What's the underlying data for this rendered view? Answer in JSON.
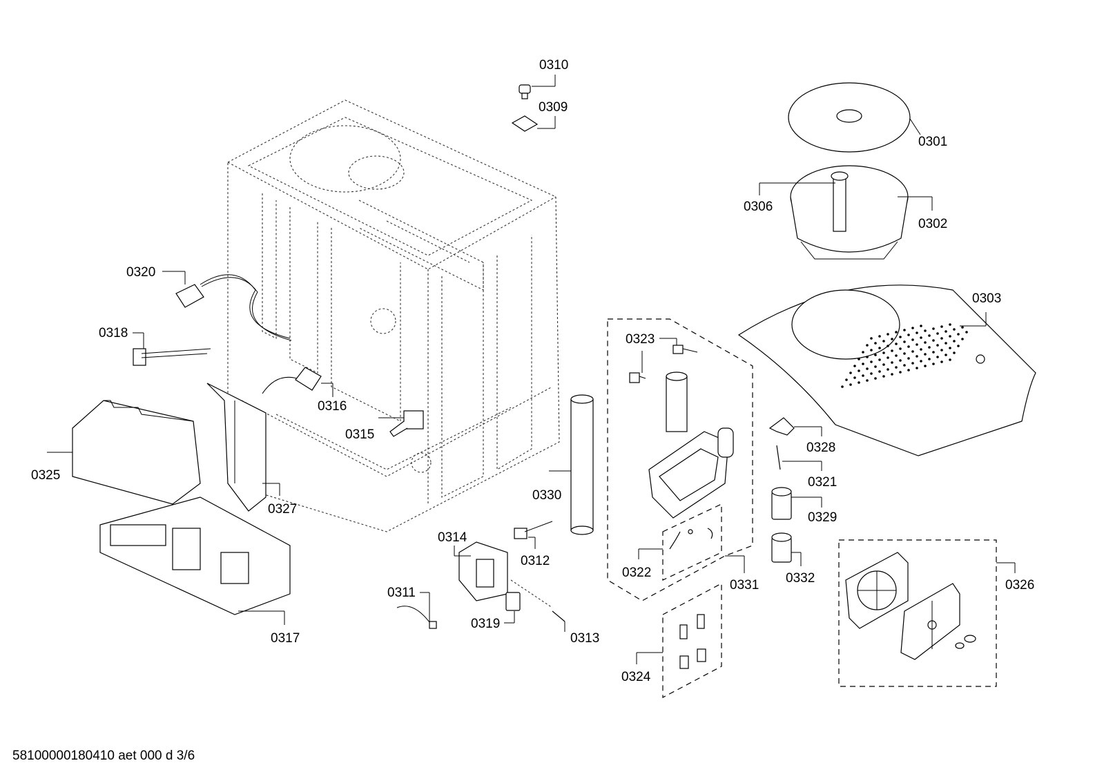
{
  "footer": "58100000180410 aet 000 d 3/6",
  "labels": {
    "p0301": "0301",
    "p0302": "0302",
    "p0303": "0303",
    "p0306": "0306",
    "p0309": "0309",
    "p0310": "0310",
    "p0311": "0311",
    "p0312": "0312",
    "p0313": "0313",
    "p0314": "0314",
    "p0315": "0315",
    "p0316": "0316",
    "p0317": "0317",
    "p0318": "0318",
    "p0319": "0319",
    "p0320": "0320",
    "p0321": "0321",
    "p0322": "0322",
    "p0323": "0323",
    "p0324": "0324",
    "p0325": "0325",
    "p0326": "0326",
    "p0327": "0327",
    "p0328": "0328",
    "p0329": "0329",
    "p0330": "0330",
    "p0331": "0331",
    "p0332": "0332"
  }
}
